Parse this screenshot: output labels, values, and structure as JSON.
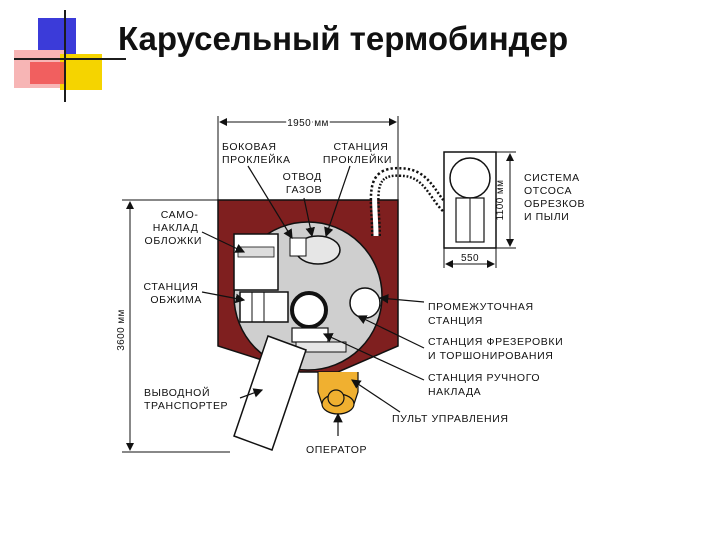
{
  "slide": {
    "title": "Карусельный термобиндер",
    "accent_colors": {
      "blue": "#3b3bd9",
      "yellow": "#f5d400",
      "red": "#f05050",
      "pink": "#f7b5b5",
      "line": "#1c1c1c"
    }
  },
  "diagram": {
    "body_color": "#7f1f1f",
    "operator_color": "#f0b030",
    "dimensions": {
      "top": "1950 мм",
      "left": "3600 мм",
      "exhaust_height": "1100 мм",
      "exhaust_width": "550"
    },
    "labels": {
      "side_glue": [
        "БОКОВАЯ",
        "ПРОКЛЕЙКА"
      ],
      "glue_station": [
        "СТАНЦИЯ",
        "ПРОКЛЕЙКИ"
      ],
      "gas_outlet": [
        "ОТВОД",
        "ГАЗОВ"
      ],
      "cover_feeder": [
        "САМО-",
        "НАКЛАД",
        "ОБЛОЖКИ"
      ],
      "crimp_station": [
        "СТАНЦИЯ",
        "ОБЖИМА"
      ],
      "output_conveyor": [
        "ВЫВОДНОЙ",
        "ТРАНСПОРТЕР"
      ],
      "exhaust_system": [
        "СИСТЕМА",
        "ОТСОСА",
        "ОБРЕЗКОВ",
        "И ПЫЛИ"
      ],
      "intermediate_station": [
        "ПРОМЕЖУТОЧНАЯ",
        "СТАНЦИЯ"
      ],
      "milling_station": [
        "СТАНЦИЯ ФРЕЗЕРОВКИ",
        "И ТОРШОНИРОВАНИЯ"
      ],
      "manual_feed_station": [
        "СТАНЦИЯ РУЧНОГО",
        "НАКЛАДА"
      ],
      "control_panel": "ПУЛЬТ УПРАВЛЕНИЯ",
      "operator": "ОПЕРАТОР"
    }
  }
}
